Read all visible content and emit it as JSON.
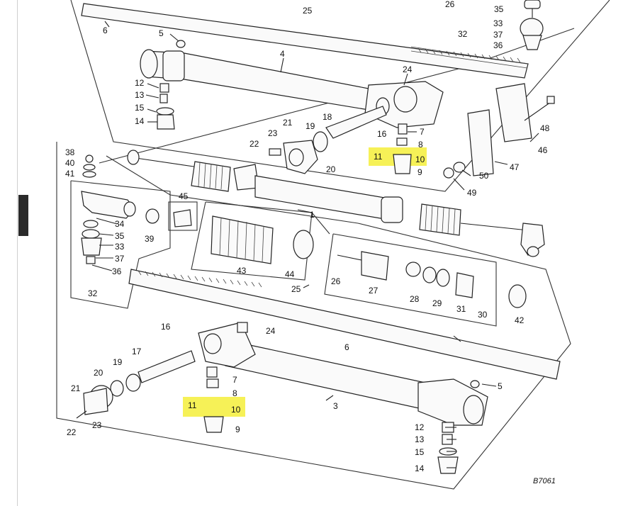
{
  "diagram": {
    "reference": "B7061",
    "accent_color": "#f5ef3a",
    "labels": [
      {
        "id": "l25a",
        "text": "25"
      },
      {
        "id": "l26a",
        "text": "26"
      },
      {
        "id": "l35a",
        "text": "35"
      },
      {
        "id": "l33a",
        "text": "33"
      },
      {
        "id": "l37a",
        "text": "37"
      },
      {
        "id": "l32a",
        "text": "32"
      },
      {
        "id": "l36a",
        "text": "36"
      },
      {
        "id": "l6a",
        "text": "6"
      },
      {
        "id": "l5a",
        "text": "5"
      },
      {
        "id": "l4",
        "text": "4"
      },
      {
        "id": "l24a",
        "text": "24"
      },
      {
        "id": "l12a",
        "text": "12"
      },
      {
        "id": "l13a",
        "text": "13"
      },
      {
        "id": "l15a",
        "text": "15"
      },
      {
        "id": "l14a",
        "text": "14"
      },
      {
        "id": "l21a",
        "text": "21"
      },
      {
        "id": "l18a",
        "text": "18"
      },
      {
        "id": "l23a",
        "text": "23"
      },
      {
        "id": "l19a",
        "text": "19"
      },
      {
        "id": "l16a",
        "text": "16"
      },
      {
        "id": "l7a",
        "text": "7"
      },
      {
        "id": "l22a",
        "text": "22"
      },
      {
        "id": "l8a",
        "text": "8"
      },
      {
        "id": "l11a",
        "text": "11"
      },
      {
        "id": "l10a",
        "text": "10"
      },
      {
        "id": "l20a",
        "text": "20"
      },
      {
        "id": "l9a",
        "text": "9"
      },
      {
        "id": "l48",
        "text": "48"
      },
      {
        "id": "l46",
        "text": "46"
      },
      {
        "id": "l47",
        "text": "47"
      },
      {
        "id": "l50",
        "text": "50"
      },
      {
        "id": "l49",
        "text": "49"
      },
      {
        "id": "l38",
        "text": "38"
      },
      {
        "id": "l40",
        "text": "40"
      },
      {
        "id": "l41",
        "text": "41"
      },
      {
        "id": "l45",
        "text": "45"
      },
      {
        "id": "l1",
        "text": "1"
      },
      {
        "id": "l34",
        "text": "34"
      },
      {
        "id": "l35b",
        "text": "35"
      },
      {
        "id": "l33b",
        "text": "33"
      },
      {
        "id": "l37b",
        "text": "37"
      },
      {
        "id": "l36b",
        "text": "36"
      },
      {
        "id": "l39",
        "text": "39"
      },
      {
        "id": "l43",
        "text": "43"
      },
      {
        "id": "l44",
        "text": "44"
      },
      {
        "id": "l32b",
        "text": "32"
      },
      {
        "id": "l25b",
        "text": "25"
      },
      {
        "id": "l26b",
        "text": "26"
      },
      {
        "id": "l27",
        "text": "27"
      },
      {
        "id": "l28",
        "text": "28"
      },
      {
        "id": "l29",
        "text": "29"
      },
      {
        "id": "l31",
        "text": "31"
      },
      {
        "id": "l30",
        "text": "30"
      },
      {
        "id": "l42",
        "text": "42"
      },
      {
        "id": "l16b",
        "text": "16"
      },
      {
        "id": "l24b",
        "text": "24"
      },
      {
        "id": "l6b",
        "text": "6"
      },
      {
        "id": "l17",
        "text": "17"
      },
      {
        "id": "l20b",
        "text": "20"
      },
      {
        "id": "l19b",
        "text": "19"
      },
      {
        "id": "l21b",
        "text": "21"
      },
      {
        "id": "l7b",
        "text": "7"
      },
      {
        "id": "l8b",
        "text": "8"
      },
      {
        "id": "l5b",
        "text": "5"
      },
      {
        "id": "l11b",
        "text": "11"
      },
      {
        "id": "l10b",
        "text": "10"
      },
      {
        "id": "l3",
        "text": "3"
      },
      {
        "id": "l23b",
        "text": "23"
      },
      {
        "id": "l22b",
        "text": "22"
      },
      {
        "id": "l9b",
        "text": "9"
      },
      {
        "id": "l12b",
        "text": "12"
      },
      {
        "id": "l13b",
        "text": "13"
      },
      {
        "id": "l15b",
        "text": "15"
      },
      {
        "id": "l14b",
        "text": "14"
      }
    ]
  }
}
